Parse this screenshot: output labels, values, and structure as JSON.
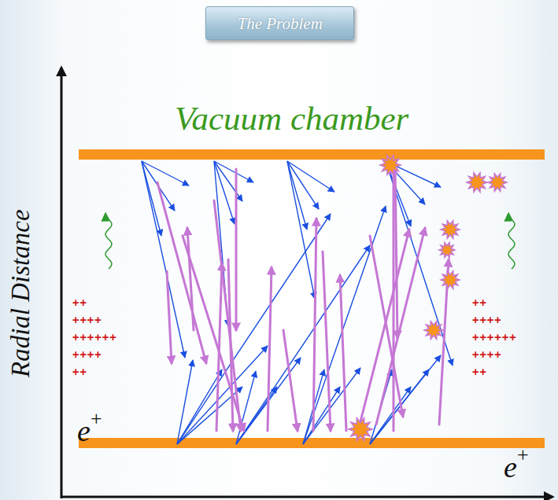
{
  "diagram": {
    "nodes": [
      {
        "text": [
          "The Problem"
        ]
      }
    ],
    "labels": [
      "Vacuum chamber",
      "Radial Distance",
      "++",
      "++++",
      "++++++",
      "++++",
      "++",
      "e+",
      "++",
      "++++",
      "++++++",
      "++++",
      "++",
      "e+"
    ]
  }
}
